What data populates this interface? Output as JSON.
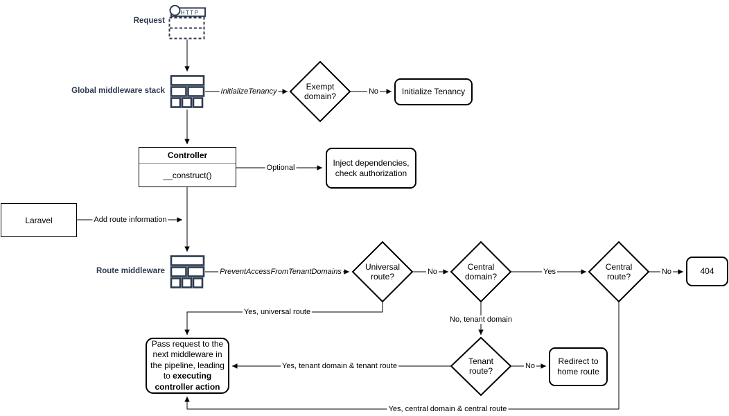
{
  "colors": {
    "background": "#ffffff",
    "shape_stroke": "#000000",
    "shape_fill": "#ffffff",
    "text_color": "#000000",
    "icon_color": "#2d3b50"
  },
  "nodes": {
    "request": {
      "label": "Request",
      "icon_text": "HTTP"
    },
    "global_middleware": {
      "label": "Global middleware stack"
    },
    "exempt_domain": {
      "label": "Exempt domain?"
    },
    "initialize_tenancy": {
      "label": "Initialize Tenancy"
    },
    "controller": {
      "title": "Controller",
      "method": "__construct()"
    },
    "inject_dependencies": {
      "label": "Inject dependencies, check authorization"
    },
    "laravel": {
      "label": "Laravel"
    },
    "route_middleware": {
      "label": "Route middleware"
    },
    "universal_route": {
      "label": "Universal route?"
    },
    "central_domain": {
      "label": "Central domain?"
    },
    "central_route": {
      "label": "Central route?"
    },
    "error_404": {
      "label": "404"
    },
    "tenant_route": {
      "label": "Tenant route?"
    },
    "redirect_home": {
      "label": "Redirect to home route"
    },
    "pass_request": {
      "text": "Pass request to the next middleware in the pipeline, leading to",
      "bold": "executing controller action"
    }
  },
  "edges": {
    "initialize_tenancy_middleware": "InitializeTenancy",
    "prevent_access_middleware": "PreventAccessFromTenantDomains",
    "exempt_no": "No",
    "optional": "Optional",
    "add_route_information": "Add route information",
    "universal_no": "No",
    "central_domain_yes": "Yes",
    "central_route_no": "No",
    "universal_yes": "Yes, universal route",
    "no_tenant_domain": "No, tenant domain",
    "tenant_route_no": "No",
    "yes_tenant": "Yes, tenant domain & tenant route",
    "yes_central": "Yes, central domain & central route"
  }
}
